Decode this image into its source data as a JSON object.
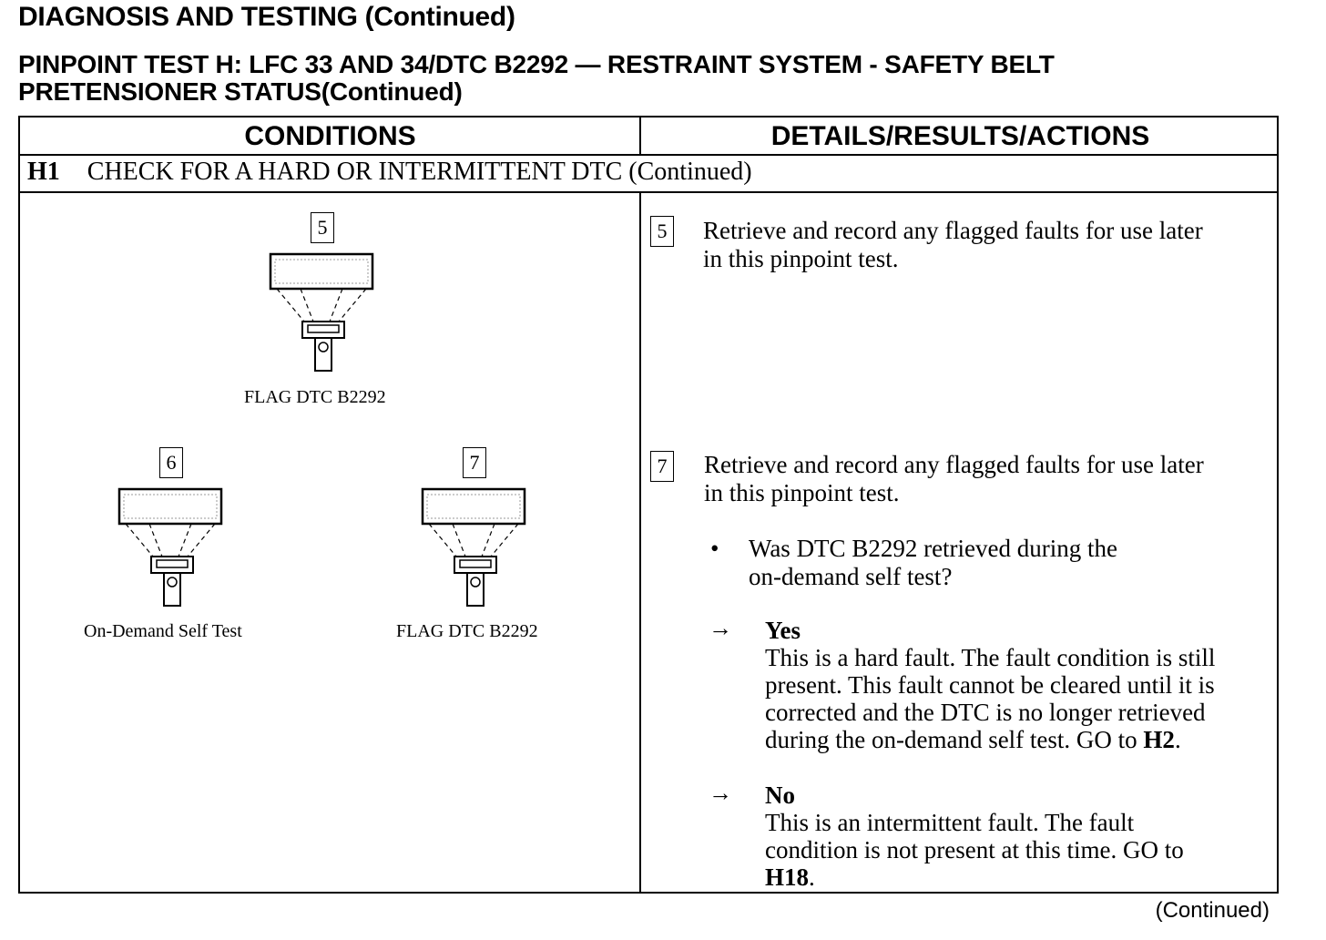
{
  "header": {
    "title": "DIAGNOSIS AND TESTING (Continued)",
    "pinpoint_line1": "PINPOINT TEST H:  LFC 33 AND 34/DTC B2292 — RESTRAINT SYSTEM - SAFETY BELT",
    "pinpoint_line2": "PRETENSIONER STATUS(Continued)"
  },
  "table": {
    "col_conditions": "CONDITIONS",
    "col_details": "DETAILS/RESULTS/ACTIONS",
    "step_id": "H1",
    "step_title": "CHECK FOR A HARD OR INTERMITTENT DTC",
    "step_suffix": "(Continued)"
  },
  "conditions": {
    "fig5": {
      "num": "5",
      "caption": "FLAG DTC B2292"
    },
    "fig6": {
      "num": "6",
      "caption": "On-Demand Self Test"
    },
    "fig7": {
      "num": "7",
      "caption": "FLAG DTC B2292"
    }
  },
  "details": {
    "step5": {
      "num": "5",
      "line1": "Retrieve and record any flagged faults for use later",
      "line2": "in this pinpoint test."
    },
    "step7": {
      "num": "7",
      "line1": "Retrieve and record any flagged faults for use later",
      "line2": "in this pinpoint test.",
      "bullet": "•",
      "question1": "Was DTC B2292 retrieved during the",
      "question2": "on-demand self test?",
      "arrow": "→",
      "yes": {
        "label": "Yes",
        "line1": "This is a hard fault. The fault condition is still",
        "line2": "present. This fault cannot be cleared until it is",
        "line3": "corrected and the DTC is no longer retrieved",
        "line4": "during the on-demand self test. GO to",
        "goto": "H2",
        "end": "."
      },
      "no": {
        "label": "No",
        "line1": "This is an intermittent fault. The fault",
        "line2": "condition is not present at this time. GO to",
        "goto": "H18",
        "end": "."
      }
    }
  },
  "footer": {
    "continued": "(Continued)"
  }
}
